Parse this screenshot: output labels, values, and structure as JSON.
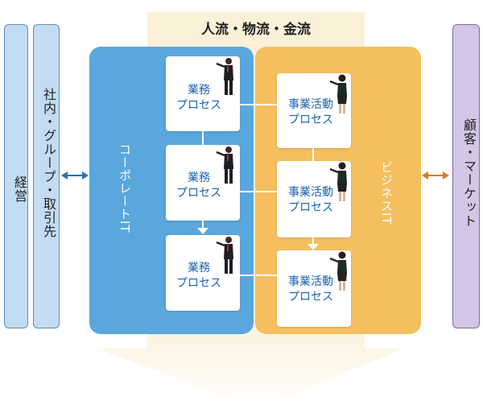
{
  "flow": {
    "title": "人流・物流・金流"
  },
  "left": {
    "management": "経営",
    "group": "社内・グループ・取引先"
  },
  "right": {
    "customer": "顧客・マーケット"
  },
  "corporate_it": {
    "label": "コーポレートIT",
    "processes": [
      "業務\nプロセス",
      "業務\nプロセス",
      "業務\nプロセス"
    ]
  },
  "business_it": {
    "label": "ビジネスIT",
    "processes": [
      "事業活動\nプロセス",
      "事業活動\nプロセス",
      "事業活動\nプロセス"
    ]
  },
  "colors": {
    "corporate_panel": "#5aa7dd",
    "business_panel": "#f5bf5f",
    "left_arrow": "#2a6fb0",
    "right_arrow": "#e07a1f",
    "flow_arrow": "#fbf0d6"
  }
}
